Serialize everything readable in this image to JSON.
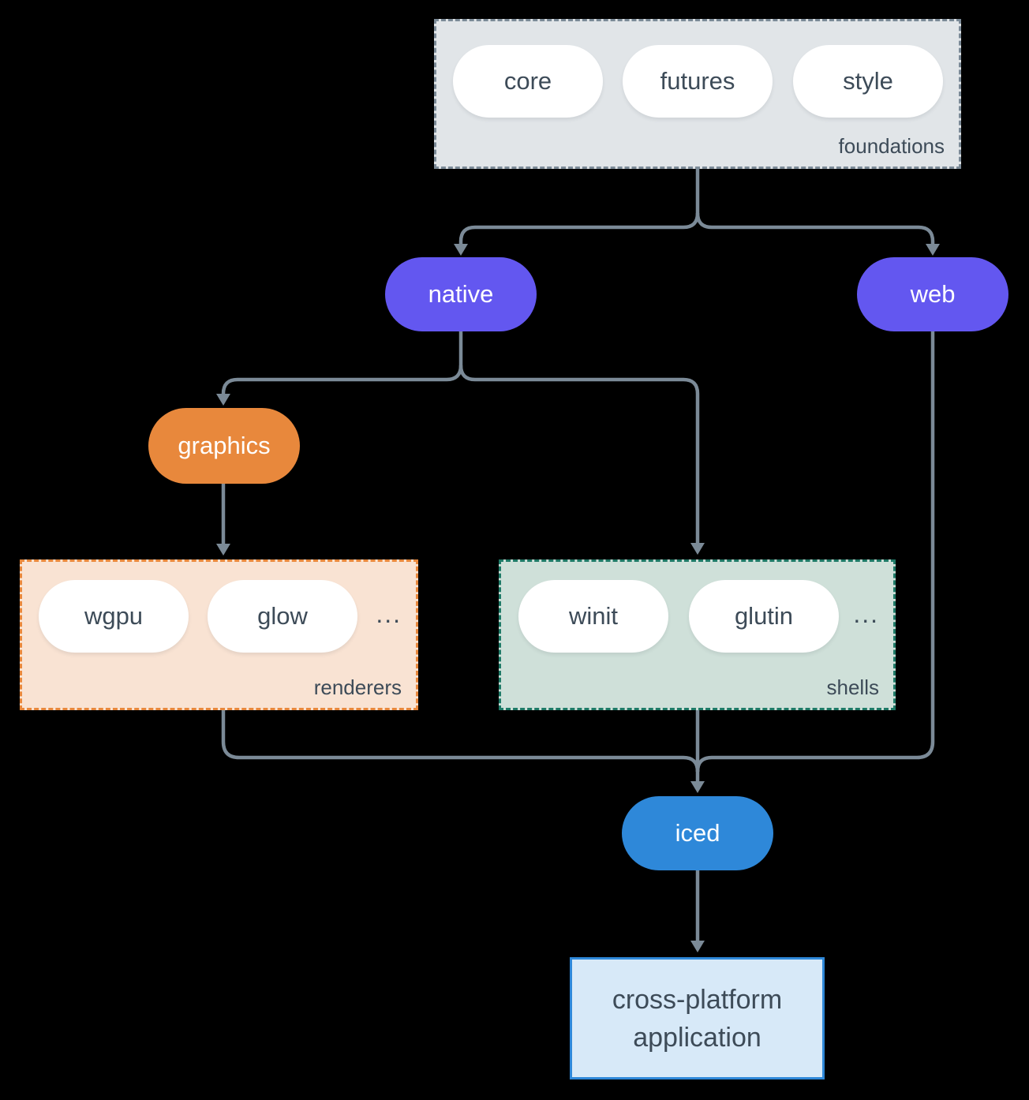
{
  "diagram": {
    "foundations": {
      "label": "foundations",
      "items": [
        {
          "label": "core"
        },
        {
          "label": "futures"
        },
        {
          "label": "style"
        }
      ]
    },
    "native": {
      "label": "native"
    },
    "web": {
      "label": "web"
    },
    "graphics": {
      "label": "graphics"
    },
    "renderers": {
      "label": "renderers",
      "items": [
        {
          "label": "wgpu"
        },
        {
          "label": "glow"
        }
      ],
      "ellipsis": "..."
    },
    "shells": {
      "label": "shells",
      "items": [
        {
          "label": "winit"
        },
        {
          "label": "glutin"
        }
      ],
      "ellipsis": "..."
    },
    "iced": {
      "label": "iced"
    },
    "application": {
      "line1": "cross-platform",
      "line2": "application"
    }
  },
  "colors": {
    "background": "#000000",
    "arrow": "#7b8a97",
    "node_purple": "#6357f0",
    "node_orange": "#e8883c",
    "node_blue": "#2e88d9",
    "foundations_fill": "#e1e5e8",
    "foundations_border": "#7b8a97",
    "renderers_fill": "#f9e3d3",
    "renderers_border": "#e8883c",
    "shells_fill": "#cfe0d9",
    "shells_border": "#1e7a67",
    "application_fill": "#d7e9f8",
    "application_border": "#2e88d9",
    "pill_fill": "#ffffff",
    "text_dark": "#3d4b58",
    "text_light": "#ffffff"
  }
}
